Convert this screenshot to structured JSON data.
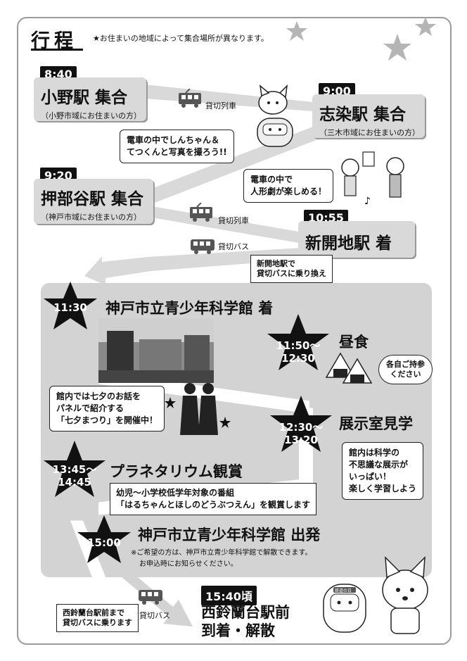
{
  "header": {
    "title": "行程",
    "notice": "★お住まいの地域によって集合場所が異なります。"
  },
  "stations": {
    "ono": {
      "time": "8:40",
      "name": "小野駅 集合",
      "sub": "（小野市域にお住まいの方）"
    },
    "shijimi": {
      "time": "9:00",
      "name": "志染駅 集合",
      "sub": "（三木市域にお住まいの方）"
    },
    "oshibedani": {
      "time": "9:20",
      "name": "押部谷駅 集合",
      "sub": "（神戸市域にお住まいの方）"
    },
    "shinkaichi": {
      "time": "10:55",
      "name": "新開地駅 着"
    }
  },
  "routes": {
    "charter_train_1": "貸切列車",
    "charter_train_2": "貸切列車",
    "charter_bus_1": "貸切バス",
    "charter_bus_2": "貸切バス"
  },
  "bubbles": {
    "photo": [
      "電車の中でしんちゃん＆",
      "てつくんと写真を撮ろう!!"
    ],
    "puppet": [
      "電車の中で",
      "人形劇が楽しめる！"
    ],
    "transfer": [
      "新開地駅で",
      "貸切バスに乗り換え"
    ],
    "lunch_note": [
      "各自ご持参",
      "ください"
    ],
    "tanabata": [
      "館内では七夕のお話を",
      "パネルで紹介する",
      "「七夕まつり」を開催中！"
    ],
    "science": [
      "館内は科学の",
      "不思議な展示が",
      "いっぱい！",
      "楽しく学習しよう"
    ],
    "planetarium_program": [
      "幼児～小学校低学年対象の番組",
      "「はるちゃんとほしのどうぶつえん」を観賞します"
    ],
    "nishi_bus": [
      "西鈴蘭台駅前まで",
      "貸切バスに乗ります"
    ]
  },
  "schedule": {
    "arrive": {
      "time": "11:30",
      "title": "神戸市立青少年科学館 着"
    },
    "lunch": {
      "time1": "11:50～",
      "time2": "12:30",
      "title": "昼食"
    },
    "exhibit": {
      "time1": "12:30～",
      "time2": "13:20",
      "title": "展示室見学"
    },
    "planetarium": {
      "time1": "13:45～",
      "time2": "14:45",
      "title": "プラネタリウム観賞"
    },
    "depart": {
      "time": "15:00",
      "title": "神戸市立青少年科学館 出発",
      "note1": "※ご希望の方は、神戸市立青少年科学館で解散できます。",
      "note2": "お申込時にお知らせください。"
    },
    "final": {
      "time": "15:40頃",
      "title1": "西鈴蘭台駅前",
      "title2": "到着・解散"
    }
  },
  "mascot_badge": "鉄道の日"
}
